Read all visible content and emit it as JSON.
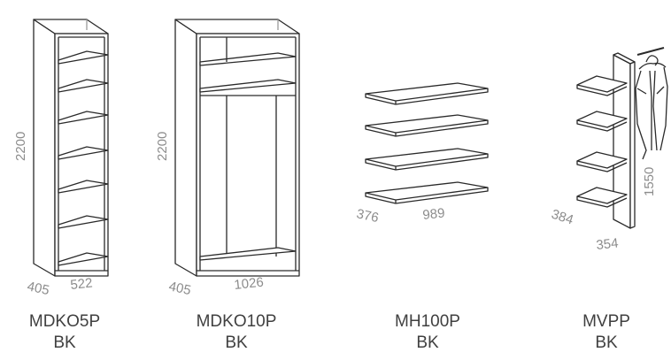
{
  "products": [
    {
      "code": "MDKO5P",
      "finish": "BK",
      "height_label": "2200",
      "depth_label": "405",
      "width_label": "522"
    },
    {
      "code": "MDKO10P",
      "finish": "BK",
      "height_label": "2200",
      "depth_label": "405",
      "width_label": "1026"
    },
    {
      "code": "MH100P",
      "finish": "BK",
      "depth_label": "376",
      "width_label": "989"
    },
    {
      "code": "MVPP",
      "finish": "BK",
      "height_label": "1550",
      "depth_label": "384",
      "width_label": "354"
    }
  ]
}
